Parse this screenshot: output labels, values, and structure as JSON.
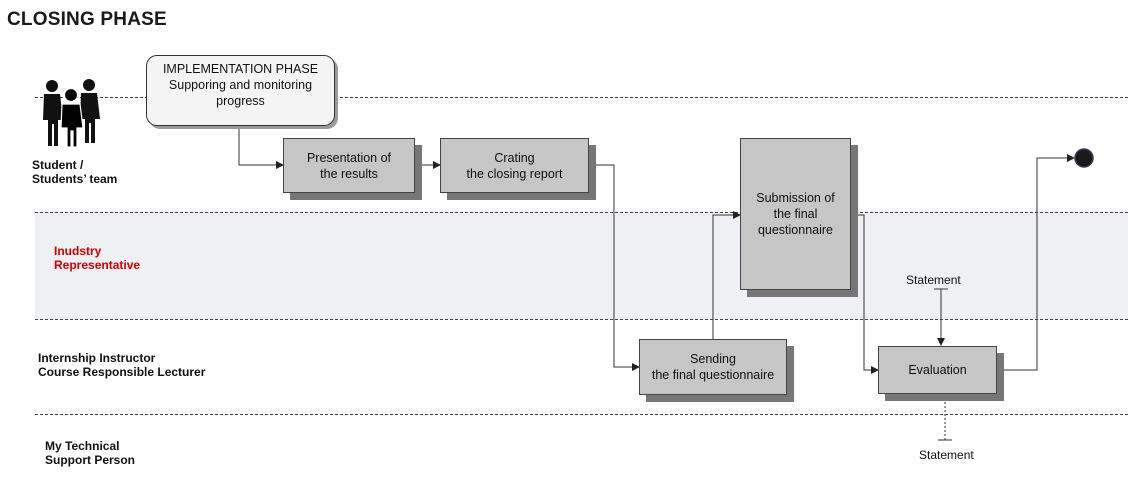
{
  "title": "CLOSING PHASE",
  "lanes": [
    {
      "label": "Student /\nStudents’ team",
      "color": "#111111"
    },
    {
      "label": "Inudstry\nRepresentative",
      "color": "#d10000"
    },
    {
      "label": "Internship Instructor\nCourse Responsible Lecturer",
      "color": "#111111"
    },
    {
      "label": "My Technical\nSupport Person",
      "color": "#111111"
    }
  ],
  "start_box": "IMPLEMENTATION PHASE\nSupporing and monitoring\nprogress",
  "activities": {
    "presentation": "Presentation of\nthe results",
    "closing_report": "Crating\nthe closing report",
    "submission": "Submission of\nthe final\nquestionnaire",
    "sending": "Sending\nthe final questionnaire",
    "evaluation": "Evaluation"
  },
  "annotations": {
    "statement_top": "Statement",
    "statement_bottom": "Statement"
  },
  "icons": [
    "people-group-icon",
    "end-event-icon"
  ]
}
